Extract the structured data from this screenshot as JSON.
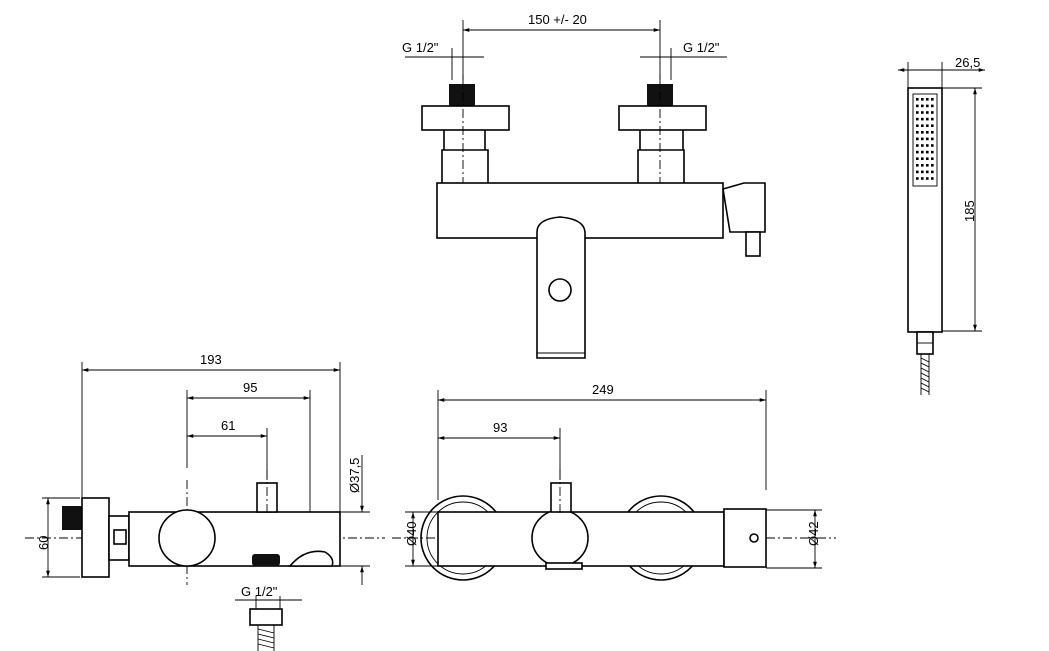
{
  "drawing": {
    "front_view": {
      "dim_inlet_spacing": "150 +/- 20",
      "dim_thread_left": "G 1/2\"",
      "dim_thread_right": "G 1/2\""
    },
    "hand_shower": {
      "dim_width": "26,5",
      "dim_length": "185"
    },
    "side_view": {
      "dim_total_depth": "193",
      "dim_to_spout": "95",
      "dim_to_outlet": "61",
      "dim_height": "60",
      "dim_body_diameter": "Ø37,5",
      "dim_outlet_thread": "G 1/2\""
    },
    "bottom_view": {
      "dim_total_width": "249",
      "dim_to_outlet": "93",
      "dim_body_diameter": "Ø40",
      "dim_handle_diameter": "Ø42"
    }
  }
}
